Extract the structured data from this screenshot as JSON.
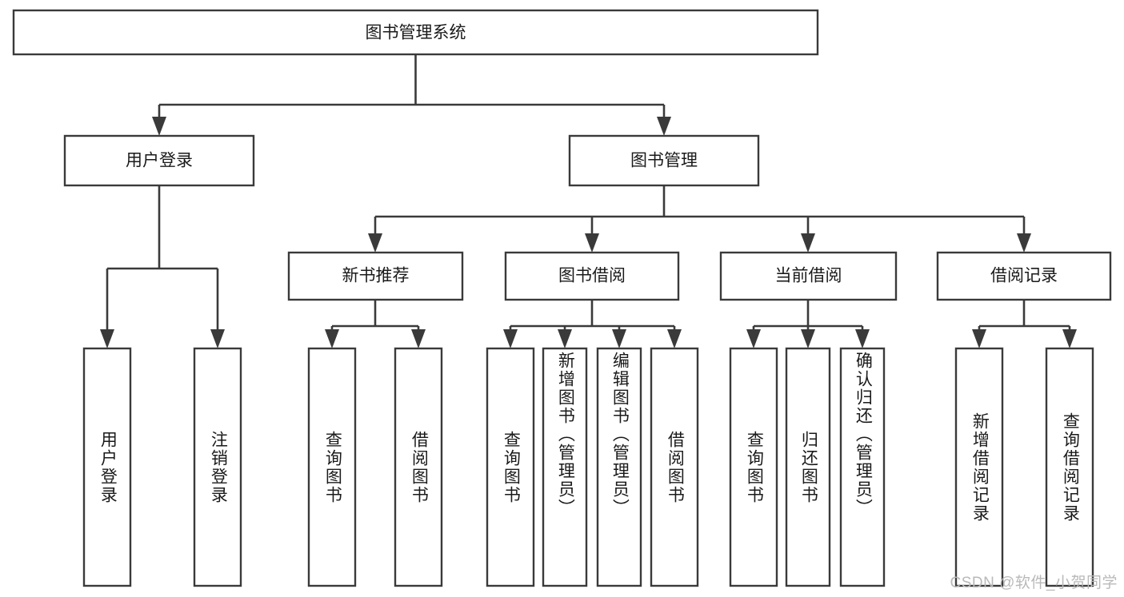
{
  "diagram": {
    "title": "图书管理系统",
    "type": "tree-hierarchy",
    "watermark": "CSDN @软件_小贺同学",
    "colors": {
      "stroke": "#3a3a3a",
      "fill": "#ffffff",
      "text": "#1a1a1a",
      "watermark": "#b9b9b9"
    },
    "root": {
      "label": "图书管理系统"
    },
    "level2": [
      {
        "label": "用户登录"
      },
      {
        "label": "图书管理"
      }
    ],
    "level3": [
      {
        "label": "新书推荐"
      },
      {
        "label": "图书借阅"
      },
      {
        "label": "当前借阅"
      },
      {
        "label": "借阅记录"
      }
    ],
    "leaves": [
      {
        "label": "用户登录",
        "parent": "用户登录"
      },
      {
        "label": "注销登录",
        "parent": "用户登录"
      },
      {
        "label": "查询图书",
        "parent": "新书推荐"
      },
      {
        "label": "借阅图书",
        "parent": "新书推荐"
      },
      {
        "label": "查询图书",
        "parent": "图书借阅"
      },
      {
        "label": "新增图书（管理员）",
        "parent": "图书借阅"
      },
      {
        "label": "编辑图书（管理员）",
        "parent": "图书借阅"
      },
      {
        "label": "借阅图书",
        "parent": "图书借阅"
      },
      {
        "label": "查询图书",
        "parent": "当前借阅"
      },
      {
        "label": "归还图书",
        "parent": "当前借阅"
      },
      {
        "label": "确认归还（管理员）",
        "parent": "当前借阅"
      },
      {
        "label": "新增借阅记录",
        "parent": "借阅记录"
      },
      {
        "label": "查询借阅记录",
        "parent": "借阅记录"
      }
    ]
  }
}
